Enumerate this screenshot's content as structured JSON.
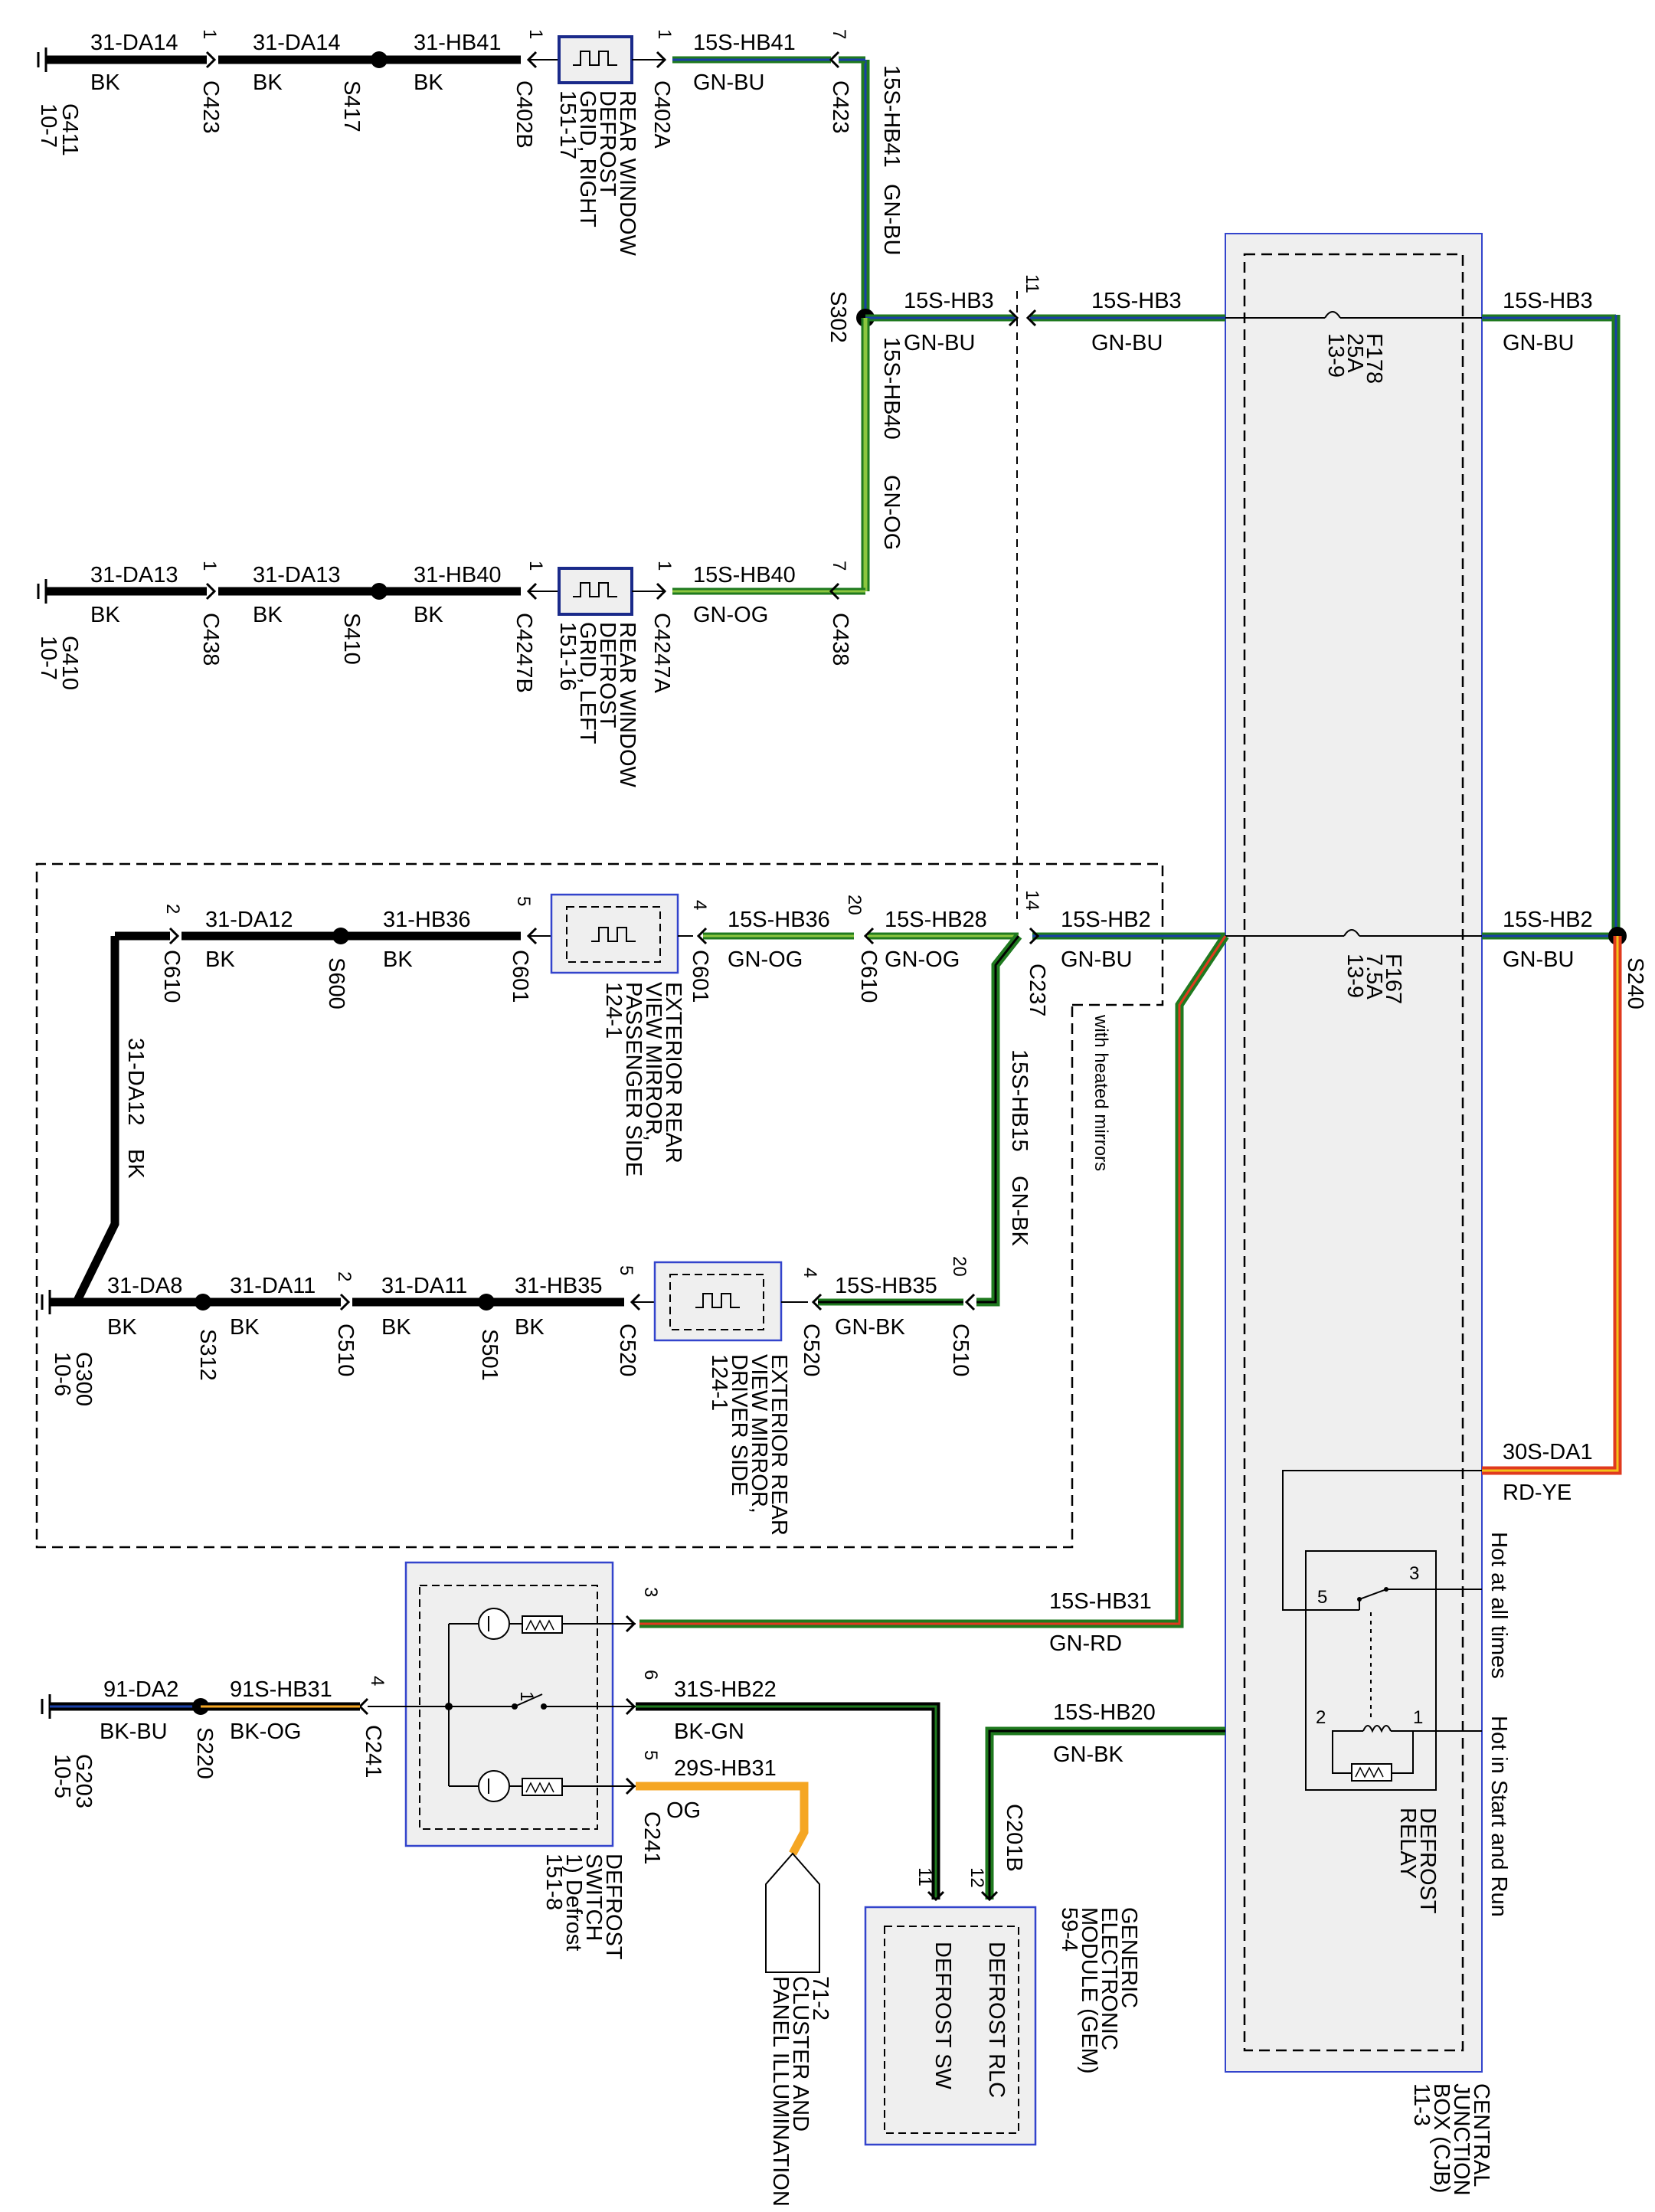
{
  "labels": {
    "w_31da14_a": "31-DA14",
    "w_31da14_b": "31-DA14",
    "w_31hb41": "31-HB41",
    "w_15shb41_h": "15S-HB41",
    "bk": "BK",
    "gnbu": "GN-BU",
    "c423": "C423",
    "s417": "S417",
    "c402b": "C402B",
    "c402a": "C402A",
    "g411": "G411",
    "g411ref": "10-7",
    "rr_grid": [
      "REAR WINDOW",
      "DEFROST",
      "GRID, RIGHT",
      "151-17"
    ],
    "v_15shb41": "15S-HB41",
    "v_gnbu": "GN-BU",
    "s302": "S302",
    "w_15shb3_a": "15S-HB3",
    "w_15shb3_b": "15S-HB3",
    "w_15shb3_c": "15S-HB3",
    "f178": [
      "F178",
      "25A",
      "13-9"
    ],
    "v_15shb40": "15S-HB40",
    "v_gnog": "GN-OG",
    "w_31da13_a": "31-DA13",
    "w_31da13_b": "31-DA13",
    "w_31hb40": "31-HB40",
    "w_15shb40_h": "15S-HB40",
    "gnog": "GN-OG",
    "c438": "C438",
    "s410": "S410",
    "c4247b": "C4247B",
    "c4247a": "C4247A",
    "g410": "G410",
    "g410ref": "10-7",
    "rl_grid": [
      "REAR WINDOW",
      "DEFROST",
      "GRID, LEFT",
      "151-16"
    ],
    "w_31da12": "31-DA12",
    "w_31hb36": "31-HB36",
    "w_15shb36": "15S-HB36",
    "w_15shb28": "15S-HB28",
    "w_15shb2_a": "15S-HB2",
    "w_15shb2_b": "15S-HB2",
    "c610": "C610",
    "s600": "S600",
    "c601": "C601",
    "c237": "C237",
    "s240": "S240",
    "f167": [
      "F167",
      "7.5A",
      "13-9"
    ],
    "mirror_pass": [
      "EXTERIOR REAR",
      "VIEW MIRROR,",
      "PASSENGER SIDE",
      "124-1"
    ],
    "heated_mirrors": "with heated mirrors",
    "v_31da12": "31-DA12",
    "v_15shb15": "15S-HB15",
    "v_gnbk": "GN-BK",
    "w_31da8": "31-DA8",
    "w_31da11_a": "31-DA11",
    "w_31da11_b": "31-DA11",
    "w_31hb35": "31-HB35",
    "w_15shb35": "15S-HB35",
    "gnbk": "GN-BK",
    "g300": "G300",
    "g300ref": "10-6",
    "s312": "S312",
    "c510": "C510",
    "s501": "S501",
    "c520": "C520",
    "mirror_drv": [
      "EXTERIOR REAR",
      "VIEW MIRROR,",
      "DRIVER SIDE",
      "124-1"
    ],
    "w_30sda1": "30S-DA1",
    "rdye": "RD-YE",
    "hot_all": "Hot at all times",
    "hot_start": "Hot in Start and Run",
    "relay": [
      "DEFROST",
      "RELAY"
    ],
    "cjb": [
      "CENTRAL",
      "JUNCTION",
      "BOX (CJB)",
      "11-3"
    ],
    "w_15shb31": "15S-HB31",
    "gnrd": "GN-RD",
    "w_91da2": "91-DA2",
    "w_91shb31": "91S-HB31",
    "w_31shb22": "31S-HB22",
    "w_29shb31": "29S-HB31",
    "w_15shb20": "15S-HB20",
    "bkbu": "BK-BU",
    "bkog": "BK-OG",
    "bkgn": "BK-GN",
    "og": "OG",
    "g203": "G203",
    "g203ref": "10-5",
    "s220": "S220",
    "c241": "C241",
    "c201b": "C201B",
    "defrost_switch": [
      "DEFROST",
      "SWITCH",
      "1) Defrost",
      "151-8"
    ],
    "cluster": [
      "71-2",
      "CLUSTER AND",
      "PANEL ILLUMINATION"
    ],
    "gem": [
      "GENERIC",
      "ELECTRONIC",
      "MODULE (GEM)",
      "59-4"
    ],
    "gem_pins": [
      "DEFROST RLC",
      "DEFROST SW"
    ],
    "pins": {
      "p1": "1",
      "p2": "2",
      "p3": "3",
      "p4": "4",
      "p5": "5",
      "p6": "6",
      "p7": "7",
      "p11": "11",
      "p12": "12",
      "p14": "14",
      "p20": "20"
    }
  },
  "colors": {
    "black": "#000000",
    "green": "#1f7a1f",
    "blue": "#1a3fa8",
    "lightgreen": "#8cc63f",
    "red": "#e03a1e",
    "yellow": "#f2c21a",
    "orange": "#f5a623",
    "navy": "#1a2a8a",
    "box": "#3344cc",
    "boxfill": "#efefef"
  }
}
